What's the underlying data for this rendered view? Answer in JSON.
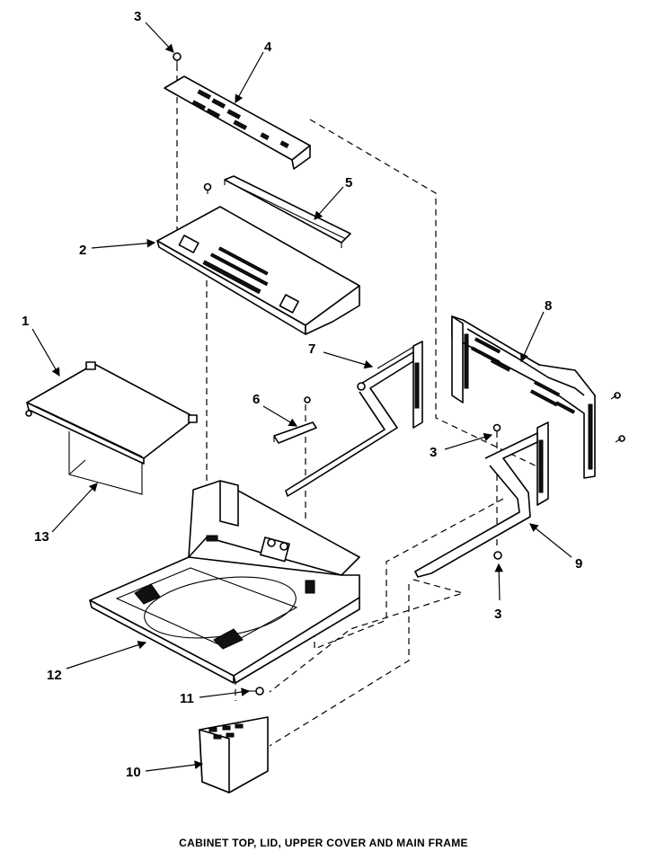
{
  "caption": "CABINET TOP, LID, UPPER COVER AND MAIN FRAME",
  "callouts": {
    "c1": "1",
    "c2": "2",
    "c3a": "3",
    "c3b": "3",
    "c3c": "3",
    "c4": "4",
    "c5": "5",
    "c6": "6",
    "c7": "7",
    "c8": "8",
    "c9": "9",
    "c10": "10",
    "c11": "11",
    "c12": "12",
    "c13": "13"
  }
}
